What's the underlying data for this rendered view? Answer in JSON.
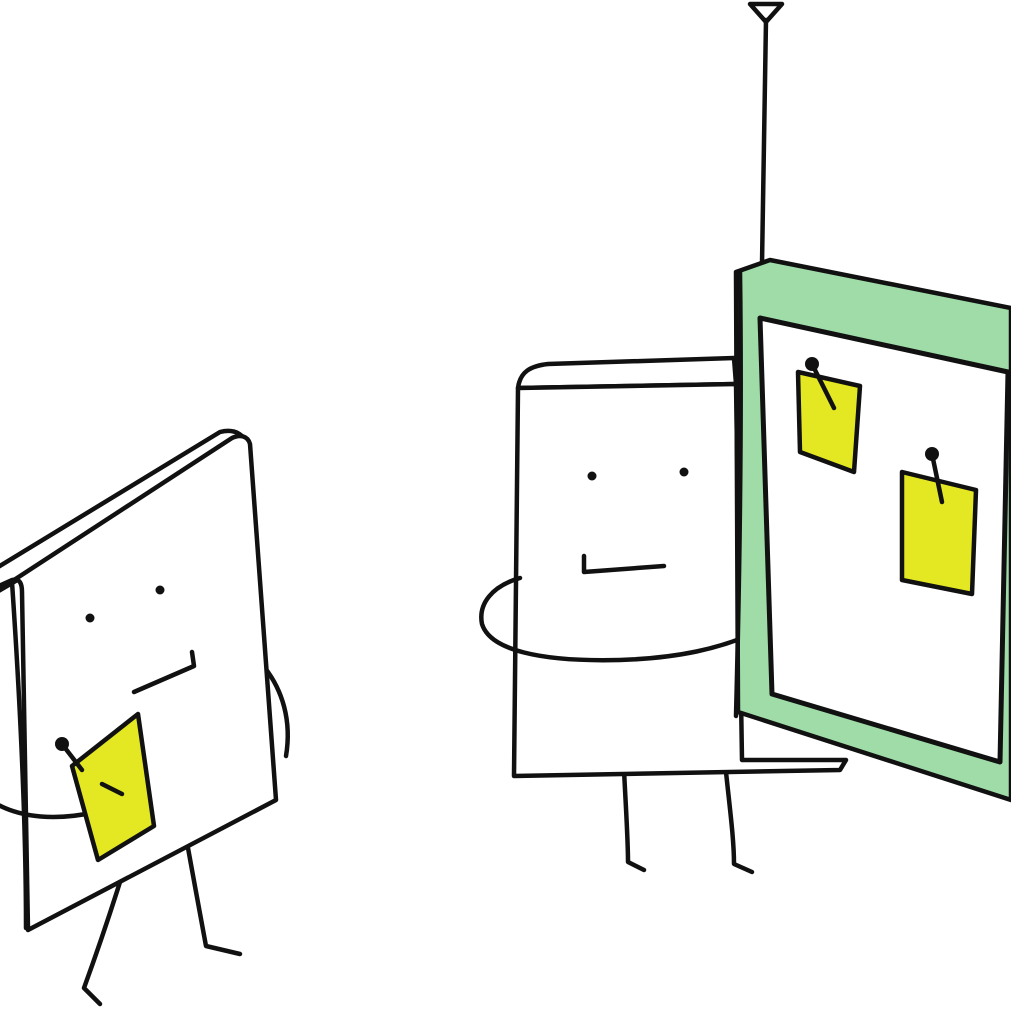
{
  "scene": {
    "colors": {
      "background": "#ffffff",
      "ink": "#111111",
      "board_frame": "#9fdca8",
      "sticky_note": "#e4e823",
      "character_body": "#ffffff"
    },
    "characters": [
      {
        "name": "walking-block-character",
        "holding": "sticky-note"
      },
      {
        "name": "presenting-block-character",
        "holding": "pinboard"
      }
    ],
    "pinboard": {
      "notes_pinned": 2
    }
  }
}
